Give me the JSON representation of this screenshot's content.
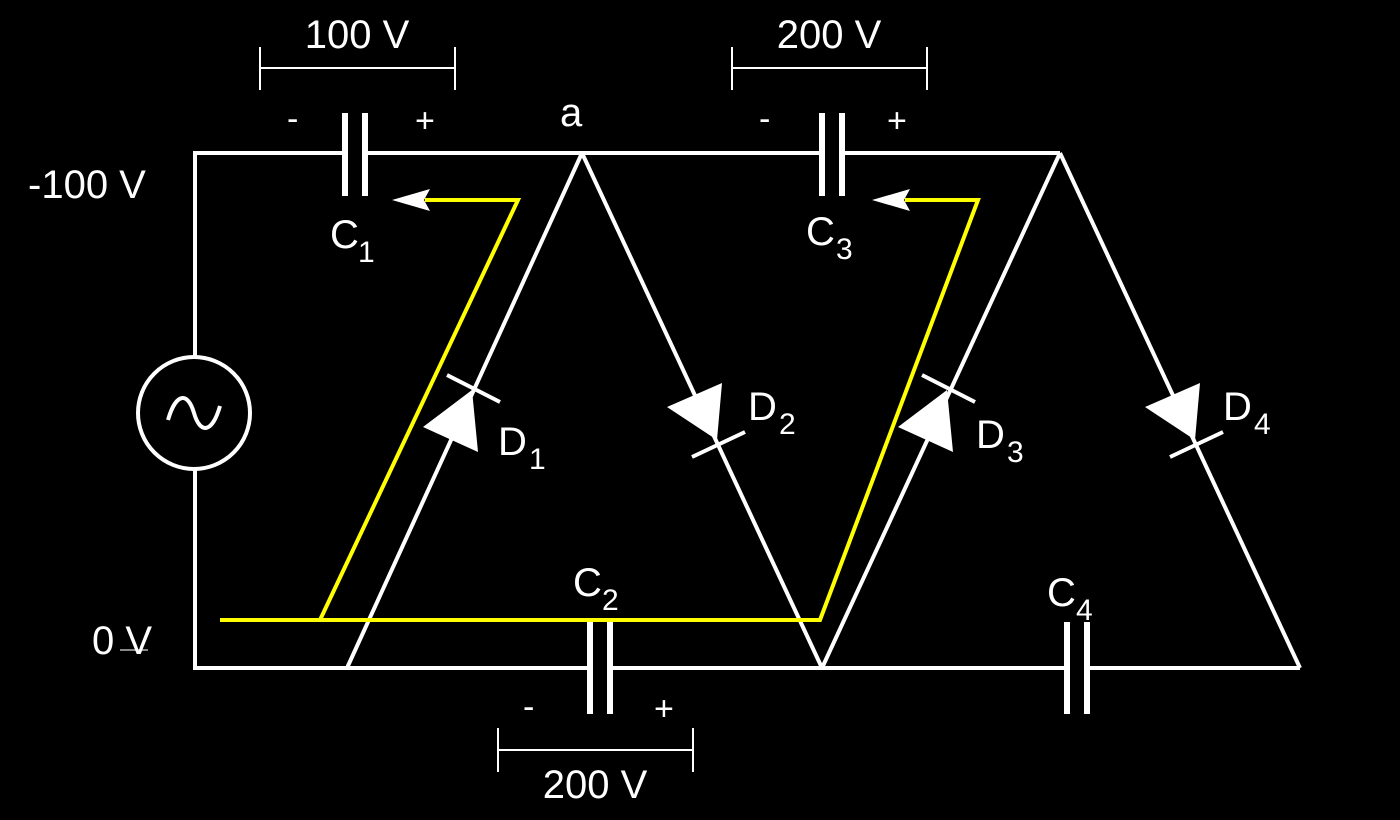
{
  "labels": {
    "node_a": "a",
    "left_top_voltage": "-100 V",
    "ground_voltage": "0 V"
  },
  "capacitors": [
    {
      "name": "C",
      "sub": "1",
      "dim_label": "100 V",
      "minus": "-",
      "plus": "+"
    },
    {
      "name": "C",
      "sub": "2",
      "dim_label": "200 V",
      "minus": "-",
      "plus": "+"
    },
    {
      "name": "C",
      "sub": "3",
      "dim_label": "200 V",
      "minus": "-",
      "plus": "+"
    },
    {
      "name": "C",
      "sub": "4"
    }
  ],
  "diodes": [
    {
      "name": "D",
      "sub": "1"
    },
    {
      "name": "D",
      "sub": "2"
    },
    {
      "name": "D",
      "sub": "3"
    },
    {
      "name": "D",
      "sub": "4"
    }
  ],
  "colors": {
    "wire": "#ffffff",
    "path": "#ffff00",
    "background": "#000000"
  }
}
